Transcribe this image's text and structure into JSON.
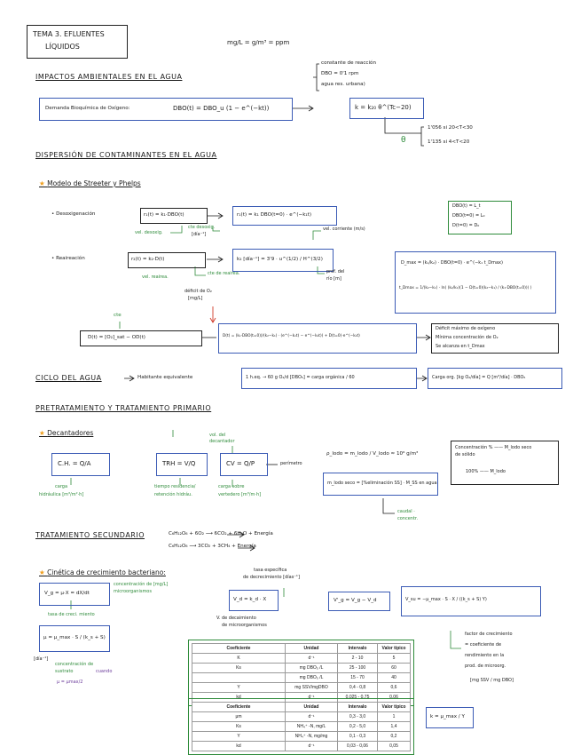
{
  "title": {
    "line1": "TEMA 3. EFLUENTES",
    "line2": "LÍQUIDOS"
  },
  "ppm_note": "mg/L = g/m³ = ppm",
  "s1": {
    "heading": "IMPACTOS AMBIENTALES EN EL AGUA",
    "dbo_label": "Demanda Bioquímica de Oxígeno:",
    "dbo_eq": "DBO(t) = DBO_u (1 − e^(−kt))",
    "k_notes": [
      "constante de reacción",
      "DBO = 0'1 rpm",
      "agua res. urbana)"
    ],
    "k_eq": "k = k₂₀ θ^(Tc−20)",
    "theta_notes": [
      "1'056 si 20<T<30",
      "1'135 si 4<T<20"
    ],
    "theta": "θ"
  },
  "s2": {
    "heading": "DISPERSIÓN DE CONTAMINANTES EN EL AGUA",
    "model": "Modelo de Streeter y Phelps",
    "desox_label": "• Desoxigenación",
    "desox_eq1": "r₁(t) = k₁·DBO(t)",
    "desox_eq2": "r₁(t) = k₁ DBO(t=0) · e^(−k₁t)",
    "desox_notes": [
      "cte desoxig.",
      "[día⁻¹]",
      "vel. desoxig."
    ],
    "init_conds": [
      "DBO(t) = L_t",
      "DBO(t=0) = L₀",
      "D(t=0) = D₀"
    ],
    "reair_label": "• Reaireación",
    "reair_eq1": "r₂(t) = k₂·D(t)",
    "reair_notes": [
      "cte de reairea.",
      "vel. reairea.",
      "déficit de O₂",
      "[mg/L]"
    ],
    "k2_eq": "k₂ [día⁻¹] = 3'9 · u^(1/2) / H^(3/2)",
    "k2_notes": [
      "vel. corriente (m/s)",
      "prof. del",
      "río [m]"
    ],
    "dmax_eq1": "D_max = (k₁/k₂) · DBO(t=0) · e^(−k₁ t_Dmax)",
    "tdmax_eq": "t_Dmax = 1/(k₂−k₁) · ln( (k₂/k₁)(1 − D(t=0)(k₂−k₁) / (k₁·DBO(t=0))) )",
    "cte": "cte",
    "dt_left": "D(t) = [O₂]_sat − OD(t)",
    "dt_eq": "D(t) = (k₁·DBO(t=0))/(k₂−k₁) · (e^(−k₁t) − e^(−k₂t)) + D(t=0)·e^(−k₂t)",
    "dmax_notes": [
      "Déficit máximo de oxígeno",
      "Mínima concentración de O₂",
      "Se alcanza en t_Dmax"
    ]
  },
  "s3": {
    "heading": "CICLO DEL AGUA",
    "label": "Habitante equivalente",
    "eq": "1 h.eq. → 60 g O₂/d   [DBO₅] = carga orgánica / 60",
    "carga": "Carga org. [kg O₂/día] = Q [m³/día] · DBO₅"
  },
  "s4": {
    "heading": "PRETRATAMIENTO Y TRATAMIENTO PRIMARIO",
    "sub": "Decantadores",
    "ch": "C.H. = Q/A",
    "ch_note": [
      "carga",
      "hidráulica [m³/m²·h]"
    ],
    "trh": "TRH = V/Q",
    "trh_note": [
      "tiempo residencia/",
      "retención hidráu."
    ],
    "trh_top": [
      "vol. del",
      "decantador"
    ],
    "cv": "CV = Q/P",
    "cv_note": [
      "carga sobre",
      "vertedero [m³/m·h]"
    ],
    "cv_side": "perímetro",
    "rho": "ρ_lodo = m_lodo / V_lodo ≈ 10⁶ g/m³",
    "m_lodo": "m_lodo seco = [%eliminación SS] · M_SS en agua",
    "m_notes": [
      "caudal ·",
      "concentr."
    ],
    "conc": [
      "Concentración % —— M_lodo seco",
      "de sólido",
      "100% —— M_lodo"
    ]
  },
  "s5": {
    "heading": "TRATAMIENTO SECUNDARIO",
    "r1": "C₆H₁₂O₆ + 6O₂ ⟶ 6CO₂ + 6H₂O + Energía",
    "r2": "C₆H₁₂O₆ ⟶ 3CO₂ + 3CH₄ + Energía"
  },
  "s6": {
    "sub": "Cinética de crecimiento bacteriano:",
    "vg": "V_g = μ·X = dX/dt",
    "vg_notes": [
      "concentración de [mg/L]",
      "microorganismos",
      "tasa de creci. miento"
    ],
    "mu": "μ = μ_max · S / (k_s + S)",
    "mu_notes": [
      "[día⁻¹]",
      "concentración de",
      "sustrato",
      "cuando",
      "μ = μmax/2"
    ],
    "vd": "V_d = k_d · X",
    "vd_notes": [
      "tasa específica",
      "de decrecimiento [días⁻¹]",
      "V. de decaimiento",
      "de microorganismos"
    ],
    "vg2": "V'_g = V_g − V_d",
    "vsu": "V_su = −μ_max · S · X / ((k_s + S) Y)",
    "vsu_notes": [
      "factor de crecimiento",
      "= coeficiente de",
      "rendimiento en la",
      "prod. de microorg."
    ],
    "vsu_units": "[mg SSV / mg DBO]",
    "k": "k = μ_max / Y"
  },
  "table1": {
    "headers": [
      "Coeficiente",
      "Unidad",
      "Intervalo",
      "Valor típico"
    ],
    "rows": [
      [
        "K",
        "d⁻¹",
        "2 - 10",
        "5"
      ],
      [
        "Ks",
        "mg DBO₅ /L",
        "25 - 100",
        "60"
      ],
      [
        "",
        "mg DBO₅ /L",
        "15 - 70",
        "40"
      ],
      [
        "Y",
        "mg SSV/mgDBO",
        "0,4 - 0,8",
        "0,6"
      ],
      [
        "kd",
        "d⁻¹",
        "0,025 - 0,75",
        "0,06"
      ]
    ]
  },
  "table2": {
    "headers": [
      "Coeficiente",
      "Unidad",
      "Intervalo",
      "Valor típico"
    ],
    "rows": [
      [
        "μm",
        "d⁻¹",
        "0,3 - 3,0",
        "1"
      ],
      [
        "Ks",
        "NH₄⁺ -N, mg/L",
        "0,2 - 5,0",
        "1,4"
      ],
      [
        "Y",
        "NH₄⁺ -N, mg/mg",
        "0,1 - 0,3",
        "0,2"
      ],
      [
        "kd",
        "d⁻¹",
        "0,03 - 0,06",
        "0,05"
      ]
    ]
  }
}
